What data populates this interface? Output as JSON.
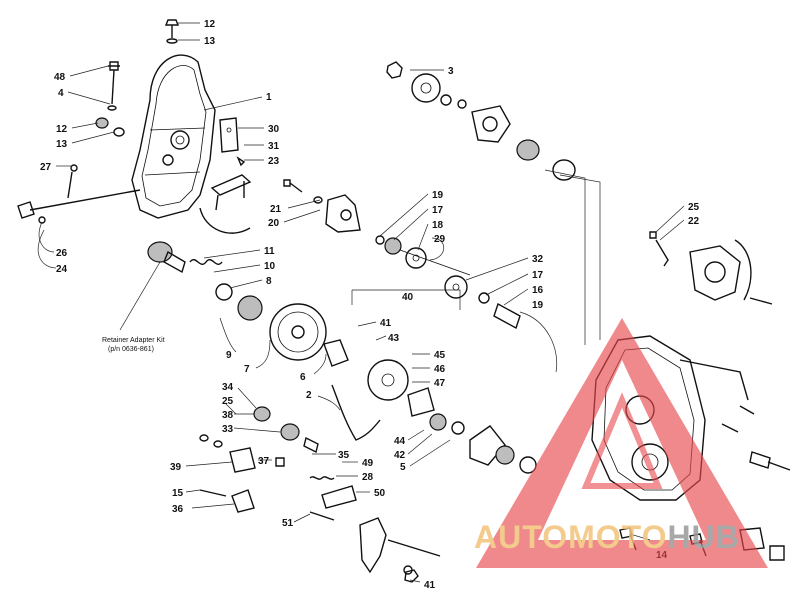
{
  "callouts": [
    {
      "id": "c12a",
      "text": "12"
    },
    {
      "id": "c13a",
      "text": "13"
    },
    {
      "id": "c48",
      "text": "48"
    },
    {
      "id": "c4",
      "text": "4"
    },
    {
      "id": "c1",
      "text": "1"
    },
    {
      "id": "c12b",
      "text": "12"
    },
    {
      "id": "c13b",
      "text": "13"
    },
    {
      "id": "c30",
      "text": "30"
    },
    {
      "id": "c31",
      "text": "31"
    },
    {
      "id": "c23",
      "text": "23"
    },
    {
      "id": "c27",
      "text": "27"
    },
    {
      "id": "c26",
      "text": "26"
    },
    {
      "id": "c24",
      "text": "24"
    },
    {
      "id": "c3",
      "text": "3"
    },
    {
      "id": "c21",
      "text": "21"
    },
    {
      "id": "c20",
      "text": "20"
    },
    {
      "id": "c19a",
      "text": "19"
    },
    {
      "id": "c17a",
      "text": "17"
    },
    {
      "id": "c18",
      "text": "18"
    },
    {
      "id": "c29",
      "text": "29"
    },
    {
      "id": "c25a",
      "text": "25"
    },
    {
      "id": "c22",
      "text": "22"
    },
    {
      "id": "c11",
      "text": "11"
    },
    {
      "id": "c10",
      "text": "10"
    },
    {
      "id": "c8",
      "text": "8"
    },
    {
      "id": "c32",
      "text": "32"
    },
    {
      "id": "c17b",
      "text": "17"
    },
    {
      "id": "c16",
      "text": "16"
    },
    {
      "id": "c19b",
      "text": "19"
    },
    {
      "id": "c40",
      "text": "40"
    },
    {
      "id": "c41a",
      "text": "41"
    },
    {
      "id": "c43",
      "text": "43"
    },
    {
      "id": "c9",
      "text": "9"
    },
    {
      "id": "c7",
      "text": "7"
    },
    {
      "id": "c45",
      "text": "45"
    },
    {
      "id": "c46",
      "text": "46"
    },
    {
      "id": "c47",
      "text": "47"
    },
    {
      "id": "c6",
      "text": "6"
    },
    {
      "id": "c34",
      "text": "34"
    },
    {
      "id": "c25b",
      "text": "25"
    },
    {
      "id": "c2",
      "text": "2"
    },
    {
      "id": "c38",
      "text": "38"
    },
    {
      "id": "c33",
      "text": "33"
    },
    {
      "id": "c44",
      "text": "44"
    },
    {
      "id": "c42",
      "text": "42"
    },
    {
      "id": "c5",
      "text": "5"
    },
    {
      "id": "c35",
      "text": "35"
    },
    {
      "id": "c37",
      "text": "37"
    },
    {
      "id": "c49",
      "text": "49"
    },
    {
      "id": "c28",
      "text": "28"
    },
    {
      "id": "c39",
      "text": "39"
    },
    {
      "id": "c50",
      "text": "50"
    },
    {
      "id": "c15",
      "text": "15"
    },
    {
      "id": "c36",
      "text": "36"
    },
    {
      "id": "c51",
      "text": "51"
    },
    {
      "id": "c14",
      "text": "14"
    },
    {
      "id": "c41b",
      "text": "41"
    }
  ],
  "retainer_note": {
    "line1": "Retainer Adapter Kit",
    "line2": "(p/n 0636-861)"
  },
  "watermark": {
    "part1": "AUTOMOTO",
    "part2": "HUB",
    "triangle_color": "#e8474b",
    "text_color_1": "#f2c27a",
    "text_color_2": "#9a9a9a"
  }
}
